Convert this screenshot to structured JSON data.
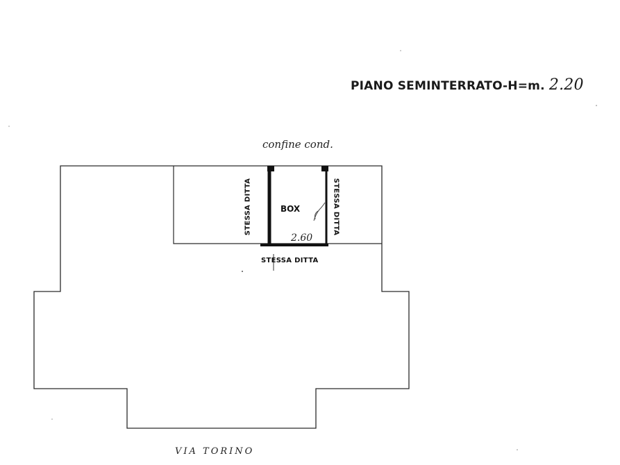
{
  "title": {
    "printed": "PIANO SEMINTERRATO-H=m.",
    "handwritten": "2.20"
  },
  "annotations": {
    "top_note": "confine cond.",
    "left_label": "STESSA DITTA",
    "right_label": "STESSA DITTA",
    "bottom_label": "STESSA DITTA",
    "box_label": "BOX",
    "box_dimension": "2.60",
    "street": "VIA TORINO"
  },
  "colors": {
    "line": "#2a2a2a",
    "wall": "#111111",
    "background": "#ffffff"
  }
}
